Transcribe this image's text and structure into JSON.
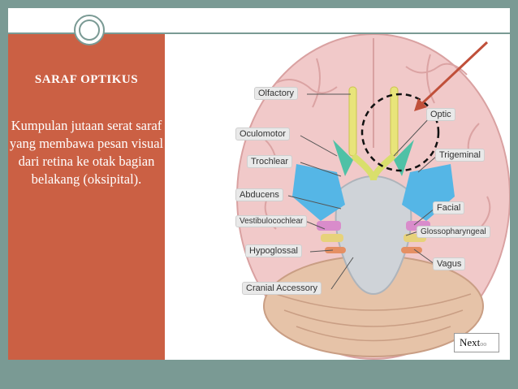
{
  "slide": {
    "title": "SARAF OPTIKUS",
    "description": "Kumpulan jutaan serat saraf yang membawa pesan visual dari retina ke otak bagian belakang (oksipital)."
  },
  "diagram": {
    "labels": {
      "olfactory": "Olfactory",
      "optic": "Optic",
      "oculomotor": "Oculomotor",
      "trochlear": "Trochlear",
      "trigeminal": "Trigeminal",
      "abducens": "Abducens",
      "facial": "Facial",
      "vestibulocochlear": "Vestibulocochlear",
      "glossopharyngeal": "Glossopharyngeal",
      "hypoglossal": "Hypoglossal",
      "vagus": "Vagus",
      "cranial_accessory": "Cranial Accessory"
    }
  },
  "nav": {
    "next_label": "Next",
    "next_dots": "oo"
  },
  "colors": {
    "accent": "#cb6044",
    "frame": "#7a9a94",
    "highlight_arrow": "#c0503a"
  }
}
